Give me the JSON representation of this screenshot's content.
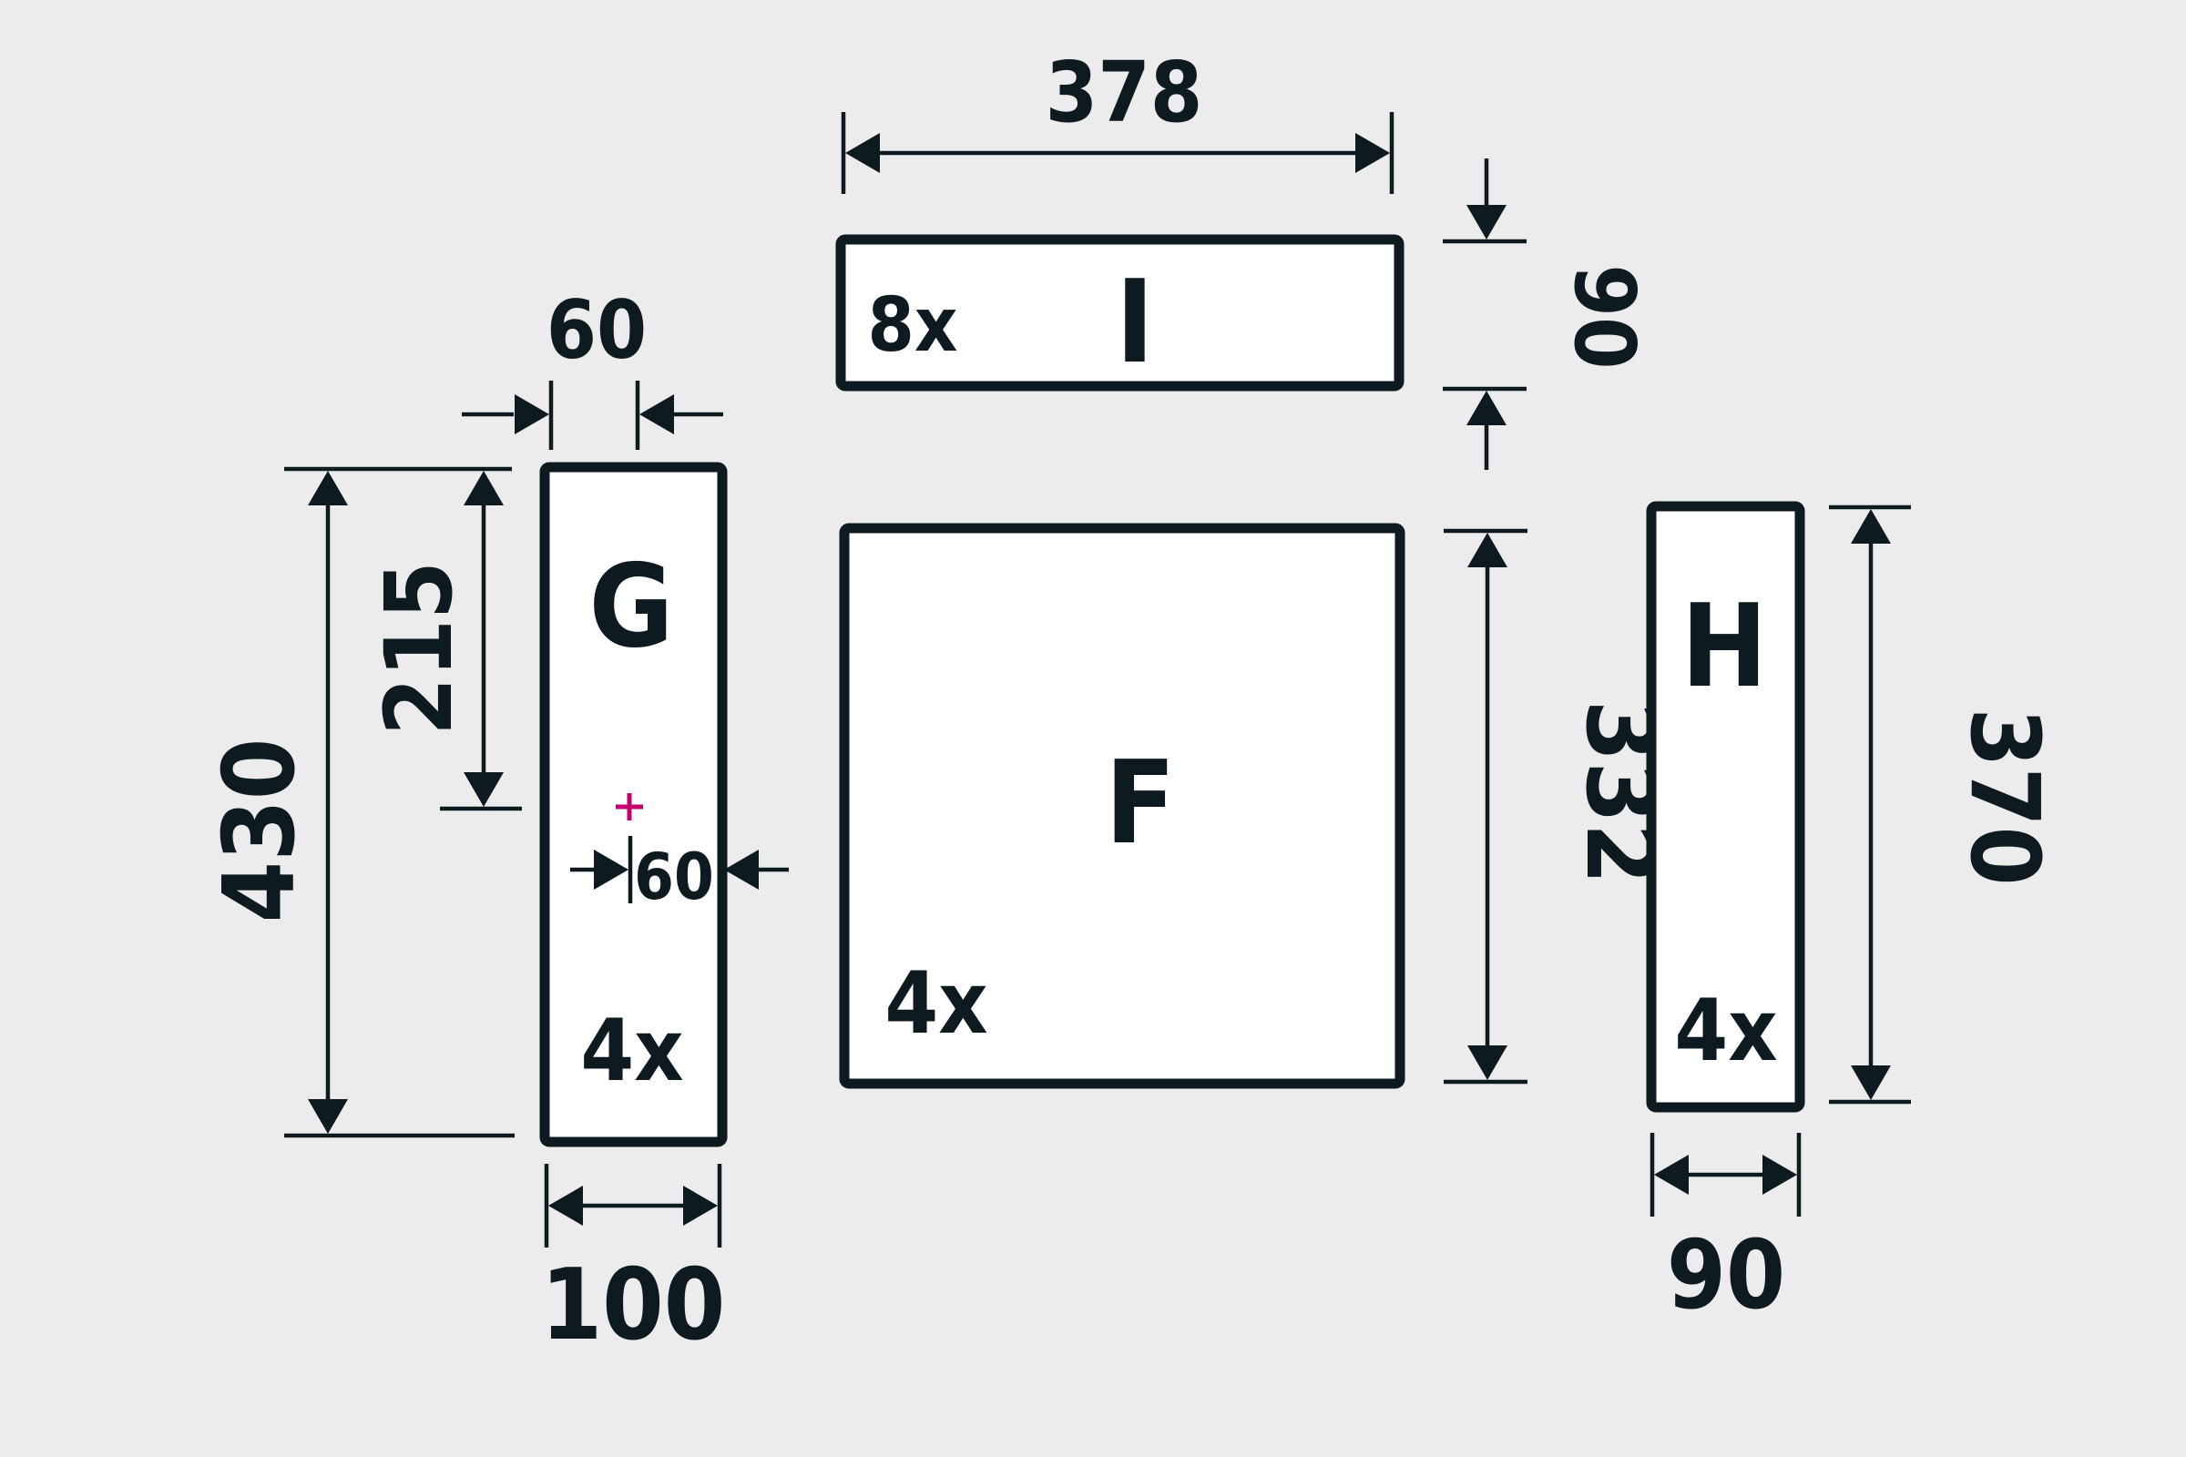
{
  "pieces": {
    "G": {
      "letter": "G",
      "count": "4x"
    },
    "I": {
      "letter": "I",
      "count": "8x"
    },
    "F": {
      "letter": "F",
      "count": "4x"
    },
    "H": {
      "letter": "H",
      "count": "4x"
    }
  },
  "dimensions": {
    "G_width": "100",
    "G_height": "430",
    "G_hole_from_top": "215",
    "G_top_offset": "60",
    "G_hole_from_right": "60",
    "I_width": "378",
    "I_height": "90",
    "F_height": "332",
    "H_width": "90",
    "H_height": "370"
  },
  "colors": {
    "background": "#ececec",
    "ink": "#0d1a1f",
    "drill_mark": "#c2006f"
  },
  "icons": {
    "drill_mark": "plus-cross-mark"
  }
}
